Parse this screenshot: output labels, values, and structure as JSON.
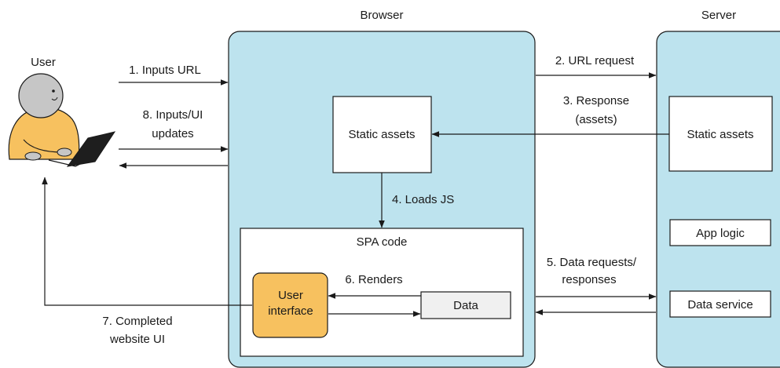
{
  "sections": {
    "user": "User",
    "browser": "Browser",
    "server": "Server"
  },
  "boxes": {
    "browser_static_assets": "Static assets",
    "spa_code": "SPA code",
    "user_interface_line1": "User",
    "user_interface_line2": "interface",
    "data": "Data",
    "server_static_assets": "Static assets",
    "app_logic": "App logic",
    "data_service": "Data service"
  },
  "steps": {
    "s1": "1. Inputs URL",
    "s2": "2. URL request",
    "s3_line1": "3. Response",
    "s3_line2": "(assets)",
    "s4": "4. Loads JS",
    "s5_line1": "5. Data requests/",
    "s5_line2": "responses",
    "s6": "6. Renders",
    "s7_line1": "7. Completed",
    "s7_line2": "website UI",
    "s8_line1": "8. Inputs/UI",
    "s8_line2": "updates"
  },
  "colors": {
    "panel_fill": "#bde3ee",
    "box_fill": "#ffffff",
    "ui_fill": "#f7c15f",
    "data_fill": "#f0f0f0",
    "user_body": "#f7c15f",
    "user_head": "#c6c6c6",
    "laptop": "#1e1e1e",
    "stroke": "#1a1a1a"
  },
  "icons": {
    "user": "user-at-laptop-icon"
  }
}
